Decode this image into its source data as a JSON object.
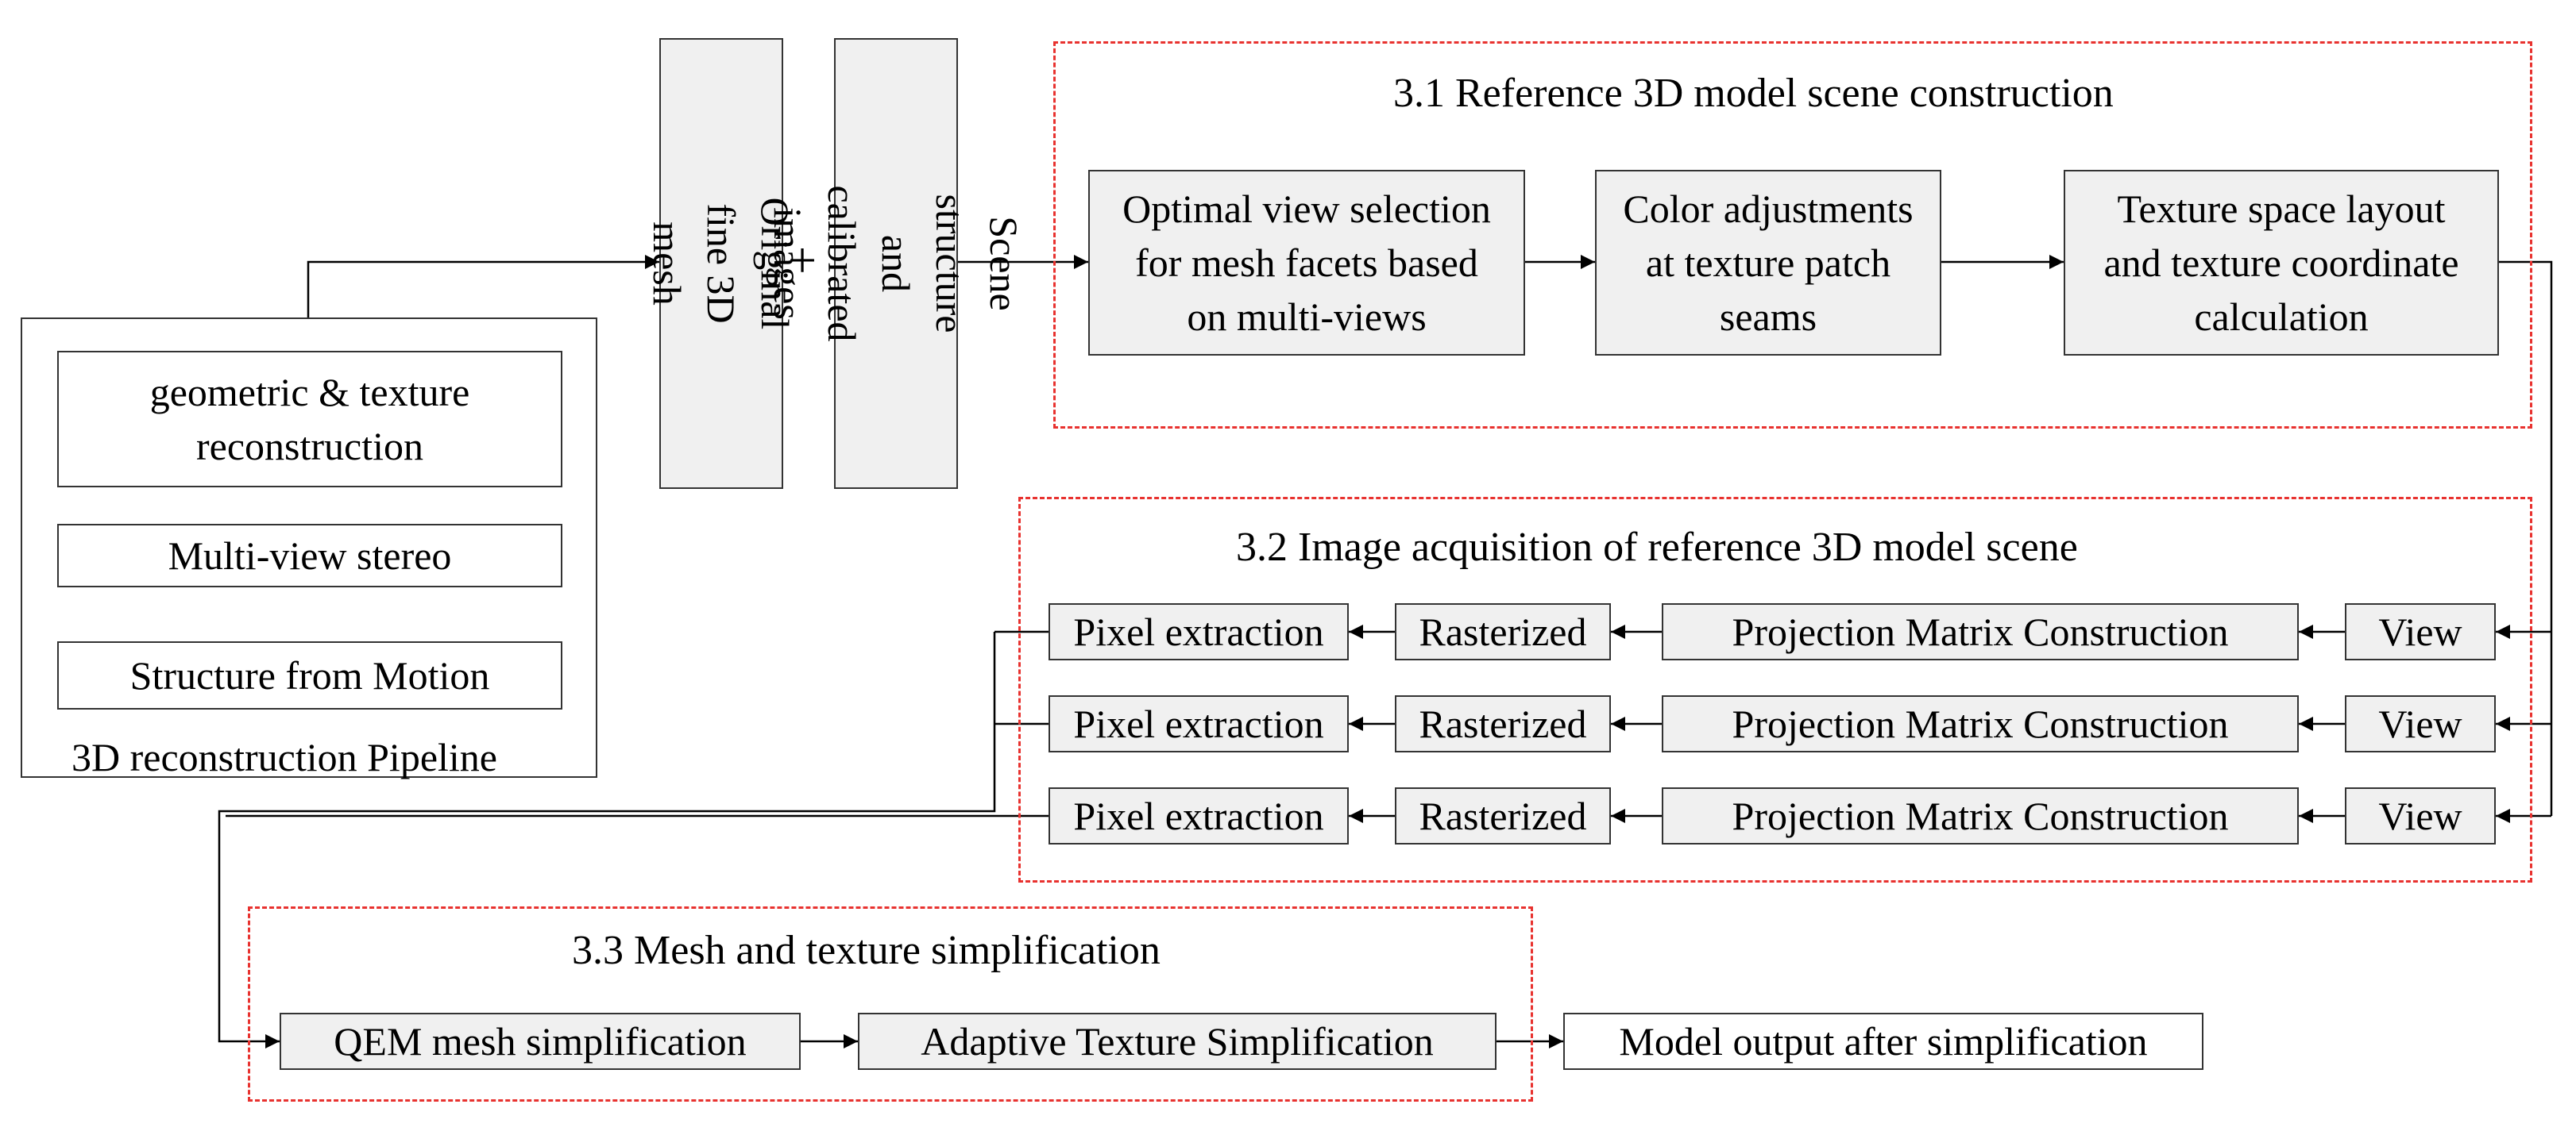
{
  "pipeline": {
    "label": "3D reconstruction Pipeline",
    "steps": {
      "geo": "geometric & texture\nreconstruction",
      "mvs": "Multi-view stereo",
      "sfm": "Structure from Motion"
    }
  },
  "inputs": {
    "mesh": "Original fine 3D mesh",
    "plus": "+",
    "scene": "Scene structure and\ncalibrated images"
  },
  "section1": {
    "title": "3.1 Reference 3D model scene construction",
    "boxes": [
      "Optimal view selection\nfor mesh facets based\non multi-views",
      "Color adjustments\nat texture patch\nseams",
      "Texture space layout\nand texture coordinate\ncalculation"
    ]
  },
  "section2": {
    "title": "3.2 Image acquisition of reference 3D model scene",
    "rows": [
      {
        "view": "View",
        "projection": "Projection Matrix Construction",
        "raster": "Rasterized",
        "pixel": "Pixel extraction"
      },
      {
        "view": "View",
        "projection": "Projection Matrix Construction",
        "raster": "Rasterized",
        "pixel": "Pixel extraction"
      },
      {
        "view": "View",
        "projection": "Projection Matrix Construction",
        "raster": "Rasterized",
        "pixel": "Pixel extraction"
      }
    ]
  },
  "section3": {
    "title": "3.3 Mesh and texture simplification",
    "boxes": [
      "QEM mesh simplification",
      "Adaptive Texture Simplification"
    ]
  },
  "output": {
    "label": "Model output after simplification"
  },
  "colors": {
    "region_border": "#e8322f",
    "box_fill": "#f0f0f0",
    "line": "#000000"
  }
}
